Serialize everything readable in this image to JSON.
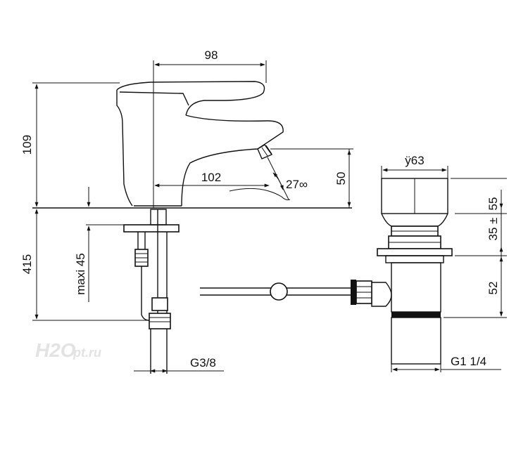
{
  "dimensions": {
    "reach": "98",
    "height_top": "109",
    "spout_reach": "102",
    "spout_angle": "27∞",
    "spout_height": "50",
    "below_deck": "415",
    "max_deck": "maxi 45",
    "thread_left": "G3/8",
    "diameter": "ÿ63",
    "cap_height": "55",
    "mid_height": "35 ±",
    "body_height": "52",
    "thread_right": "G1 1/4"
  },
  "watermark": {
    "logo": "H2O",
    "suffix": "pt.ru"
  }
}
